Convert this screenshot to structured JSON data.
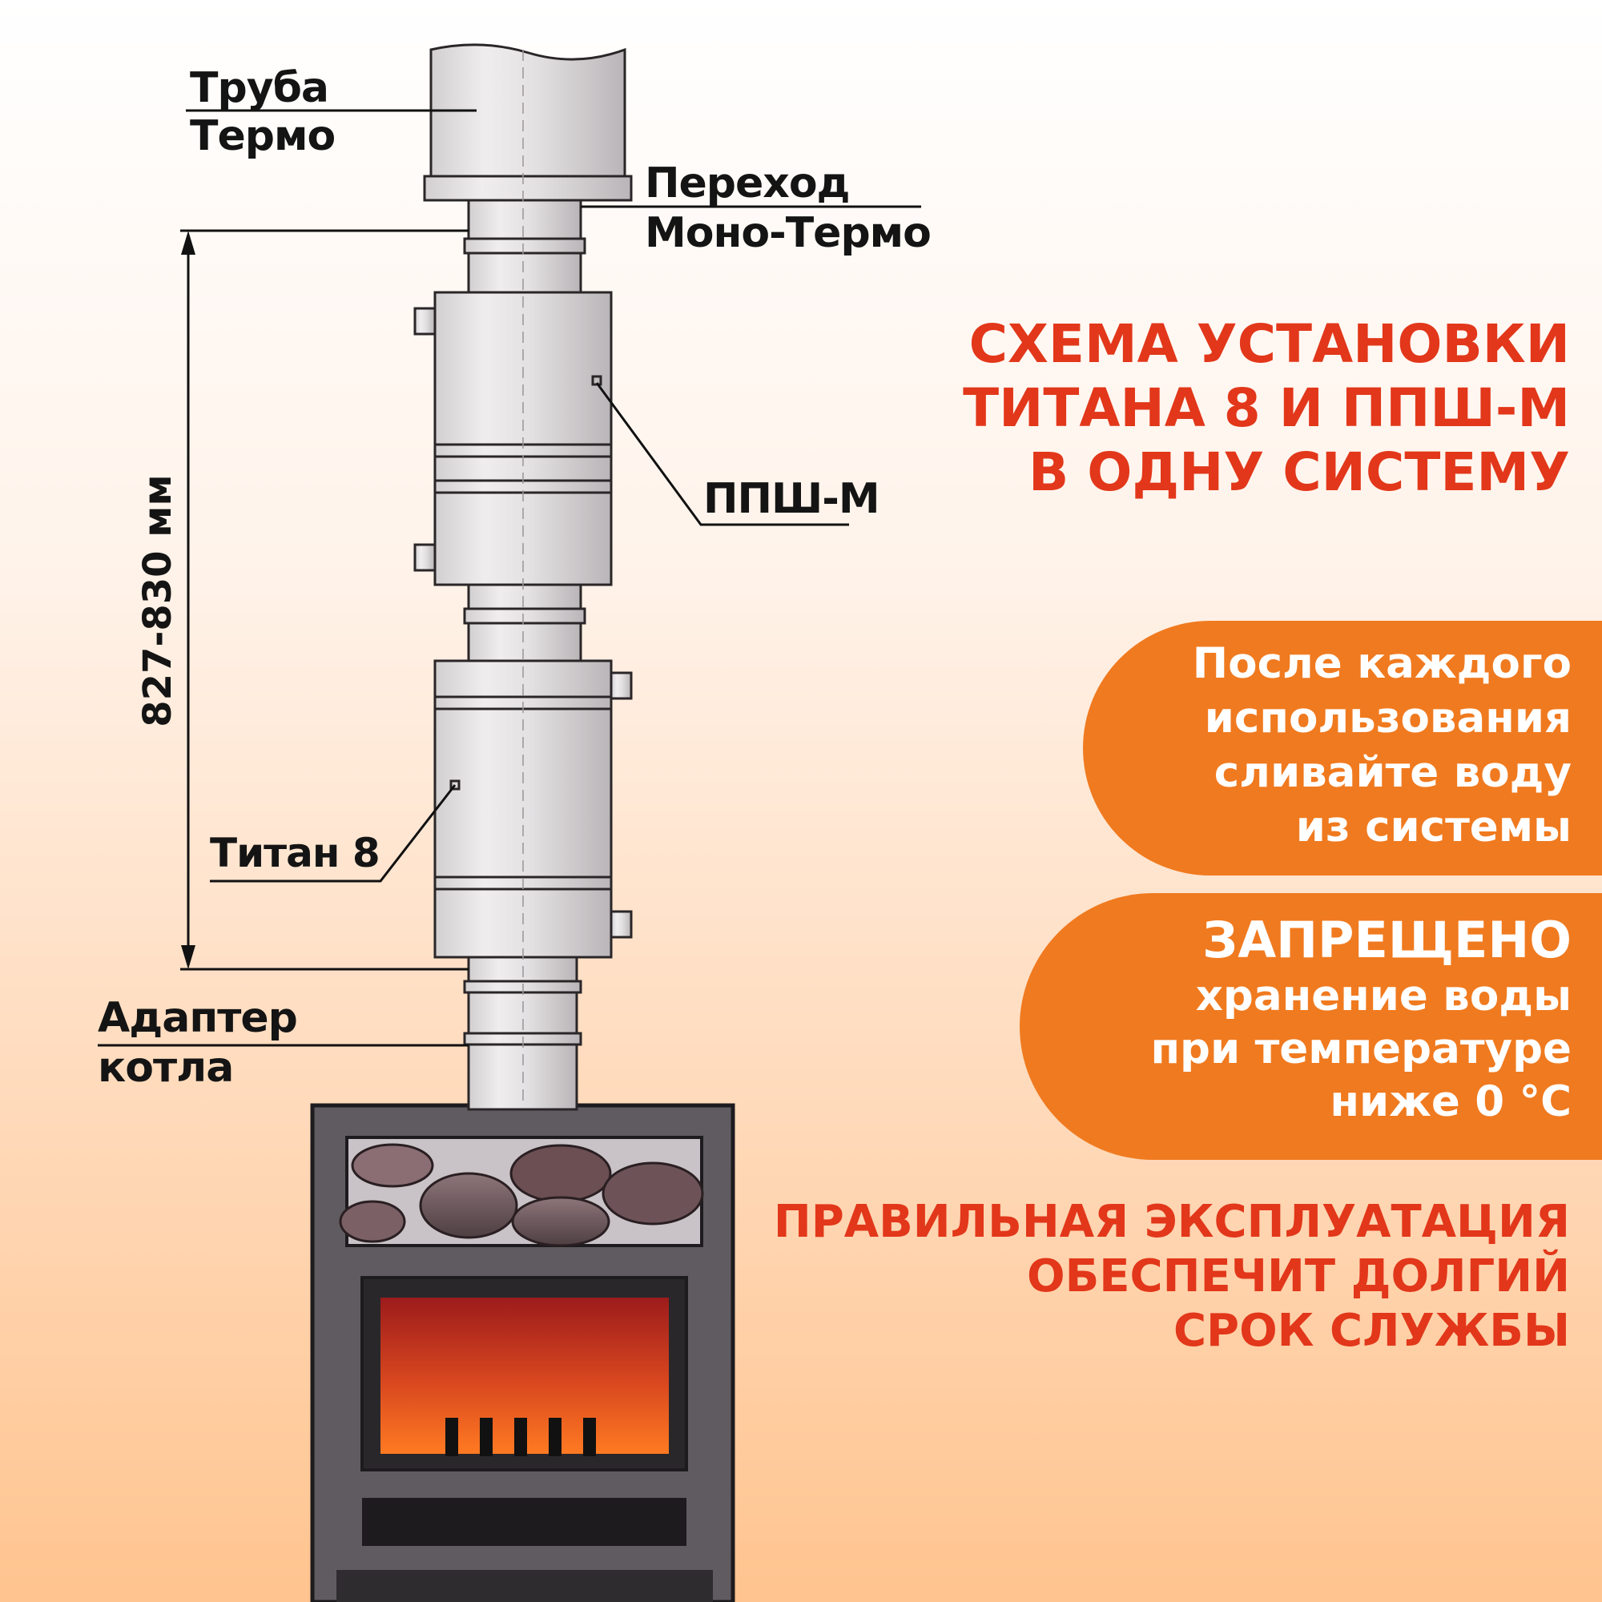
{
  "labels": {
    "chimney_pipe": [
      "Труба",
      "Термо"
    ],
    "transition": [
      "Переход",
      "Моно-Термо"
    ],
    "ppsh": "ППШ-М",
    "titan": "Титан 8",
    "adapter": [
      "Адаптер",
      "котла"
    ],
    "dimension": "827-830 мм"
  },
  "title": [
    "СХЕМА УСТАНОВКИ",
    "ТИТАНА 8 И ППШ-М",
    "В ОДНУ СИСТЕМУ"
  ],
  "callouts": [
    {
      "lines": [
        "После каждого",
        "использования",
        "сливайте воду",
        "из системы"
      ]
    },
    {
      "lines": [
        "ЗАПРЕЩЕНО",
        "хранение воды",
        "при температуре",
        "ниже 0 °С"
      ]
    }
  ],
  "footer": [
    "ПРАВИЛЬНАЯ ЭКСПЛУАТАЦИЯ",
    "ОБЕСПЕЧИТ ДОЛГИЙ",
    "СРОК СЛУЖБЫ"
  ],
  "colors": {
    "accent_red": "#e2371a",
    "accent_orange": "#f07a1f",
    "stove_body": "#5f5b60",
    "firebox_glow": "#ff6a1e"
  }
}
